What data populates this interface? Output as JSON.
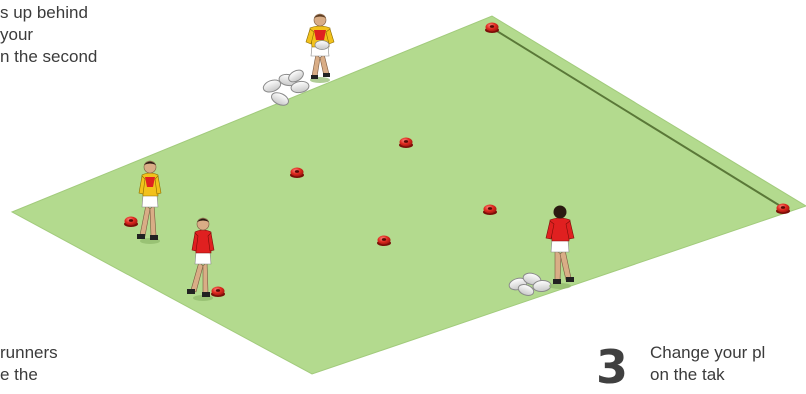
{
  "notes": [
    {
      "lines": [
        "s up behind",
        " your",
        "n the second"
      ]
    },
    {
      "lines": [
        "runners",
        "e the"
      ]
    },
    {
      "lines": [
        "Change your pl",
        "on the tak"
      ]
    }
  ],
  "step_number": "3",
  "colors": {
    "pitch": "#b2d98c",
    "pitch_edge": "#9cc775",
    "line": "#5b7a3a",
    "cone": "#d9261c",
    "attacker_shirt": "#f2c11b",
    "defender_shirt": "#e02020",
    "ball": "#e9e9e9"
  },
  "icons": [
    "cone-icon",
    "rugby-ball-icon",
    "player-figure-icon"
  ]
}
